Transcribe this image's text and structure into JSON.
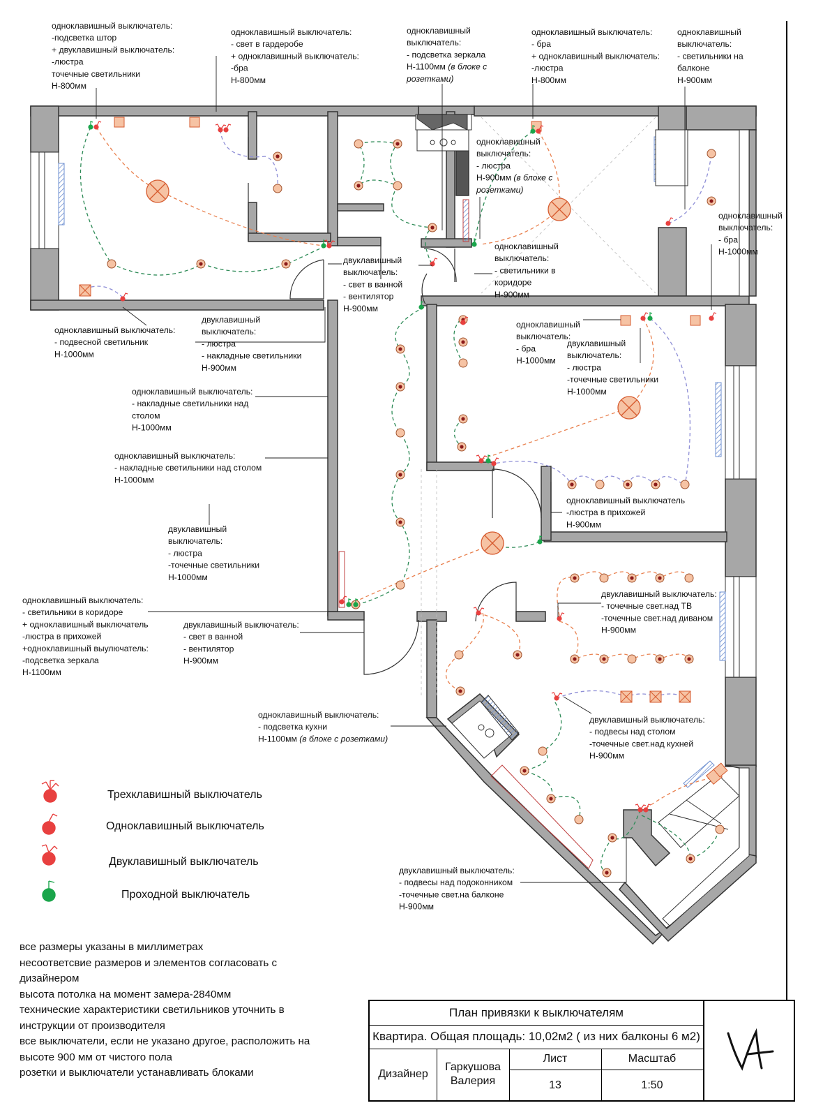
{
  "title_block": {
    "title": "План привязки к выключателям",
    "subtitle": "Квартира. Общая площадь: 10,02м2 ( из них балконы 6 м2)",
    "designer_label": "Дизайнер",
    "designer_name_1": "Гаркушова",
    "designer_name_2": "Валерия",
    "sheet_label": "Лист",
    "sheet_value": "13",
    "scale_label": "Масштаб",
    "scale_value": "1:50",
    "logo": "VA"
  },
  "legend": [
    {
      "label": "Трехклавишный выключатель",
      "color": "#e8403f",
      "icon": "three-key-switch-icon"
    },
    {
      "label": "Одноклавишный выключатель",
      "color": "#e8403f",
      "icon": "one-key-switch-icon"
    },
    {
      "label": "Двуклавишный выключатель",
      "color": "#e8403f",
      "icon": "two-key-switch-icon"
    },
    {
      "label": "Проходной выключатель",
      "color": "#1aa54b",
      "icon": "pass-switch-icon"
    }
  ],
  "notes": [
    "все размеры указаны в миллиметрах",
    "несоответсвие размеров и элементов согласовать с",
    "дизайнером",
    "высота потолка на момент замера-2840мм",
    "технические характеристики светильников уточнить в",
    "инструкции от производителя",
    "все выключатели, если не указано другое, расположить на",
    "высоте 900 мм от чистого пола",
    "розетки и выключатели устанавливать блоками"
  ],
  "captions": [
    {
      "lines": [
        "одноклавишный выключатель:",
        "-подсветка штор",
        "+ двуклавишный выключатель:",
        "-люстра",
        "точечные светильники",
        "Н-800мм"
      ]
    },
    {
      "lines": [
        "одноклавишный выключатель:",
        "- свет в гардеробе",
        "+ одноклавишный выключатель:",
        "-бра",
        "Н-800мм"
      ]
    },
    {
      "lines": [
        "одноклавишный",
        "выключатель:",
        "- подсветка зеркала",
        "Н-1100мм",
        "розетками)"
      ],
      "italic": "(в блоке с"
    },
    {
      "lines": [
        "одноклавишный выключатель:",
        "- бра",
        "+ одноклавишный выключатель:",
        "-люстра",
        "Н-800мм"
      ]
    },
    {
      "lines": [
        "одноклавишный",
        "выключатель:",
        "- светильники на",
        "балконе",
        "Н-900мм"
      ]
    },
    {
      "lines": [
        "одноклавишный",
        "выключатель:",
        "- люстра",
        "Н-900мм",
        "розетками)"
      ],
      "italic": "(в блоке с"
    },
    {
      "lines": [
        "одноклавишный",
        "выключатель:",
        "- бра",
        "Н-1000мм"
      ]
    },
    {
      "lines": [
        "двуклавишный",
        "выключатель:",
        "- свет в ванной",
        "- вентилятор",
        "Н-900мм"
      ]
    },
    {
      "lines": [
        "одноклавишный",
        "выключатель:",
        "- светильники в",
        "коридоре",
        "Н-900мм"
      ]
    },
    {
      "lines": [
        "одноклавишный выключатель:",
        "- подвесной светильник",
        "Н-1000мм"
      ]
    },
    {
      "lines": [
        "двуклавишный",
        "выключатель:",
        "- люстра",
        "- накладные светильники",
        "Н-900мм"
      ]
    },
    {
      "lines": [
        "одноклавишный",
        "выключатель:",
        "- бра",
        "Н-1000мм"
      ]
    },
    {
      "lines": [
        "двуклавишный",
        "выключатель:",
        "- люстра",
        "-точечные светильники",
        "Н-1000мм"
      ]
    },
    {
      "lines": [
        "одноклавишный выключатель:",
        "- накладные светильники над",
        "столом",
        "Н-1000мм"
      ]
    },
    {
      "lines": [
        "одноклавишный выключатель:",
        "- накладные светильники над столом",
        "Н-1000мм"
      ]
    },
    {
      "lines": [
        "одноклавишный выключатель",
        "-люстра в прихожей",
        "Н-900мм"
      ]
    },
    {
      "lines": [
        "двуклавишный",
        "выключатель:",
        "- люстра",
        "-точечные светильники",
        "Н-1000мм"
      ]
    },
    {
      "lines": [
        "одноклавишный выключатель:",
        "- светильники в коридоре",
        "+ одноклавишный выключатель",
        "-люстра в прихожей",
        "+одноклавишный выулючатель:",
        "-подсветка зеркала",
        "Н-1100мм"
      ]
    },
    {
      "lines": [
        "двуклавишный выключатель:",
        "- свет в ванной",
        "- вентилятор",
        "Н-900мм"
      ]
    },
    {
      "lines": [
        "двуклавишный выключатель:",
        "- точечные свет.над ТВ",
        "-точечные свет.над диваном",
        "Н-900мм"
      ]
    },
    {
      "lines": [
        "одноклавишный выключатель:",
        "- подсветка кухни",
        "Н-1100мм"
      ],
      "italic": "(в блоке с розетками)"
    },
    {
      "lines": [
        "двуклавишный выключатель:",
        "- подвесы над столом",
        "-точечные свет.над кухней",
        "Н-900мм"
      ]
    },
    {
      "lines": [
        "двуклавишный выключатель:",
        "- подвесы над подоконником",
        "-точечные свет.на балконе",
        "Н-900мм"
      ]
    }
  ],
  "colors": {
    "wall": "#a7a7a7",
    "switch_red": "#e8403f",
    "switch_green": "#1aa54b",
    "wire_orange": "#e9814f",
    "wire_green": "#2e8b57",
    "wire_violet": "#8e8ed6",
    "lamp_fill": "#f6c3a4",
    "window_blue": "#7a9ed6"
  }
}
